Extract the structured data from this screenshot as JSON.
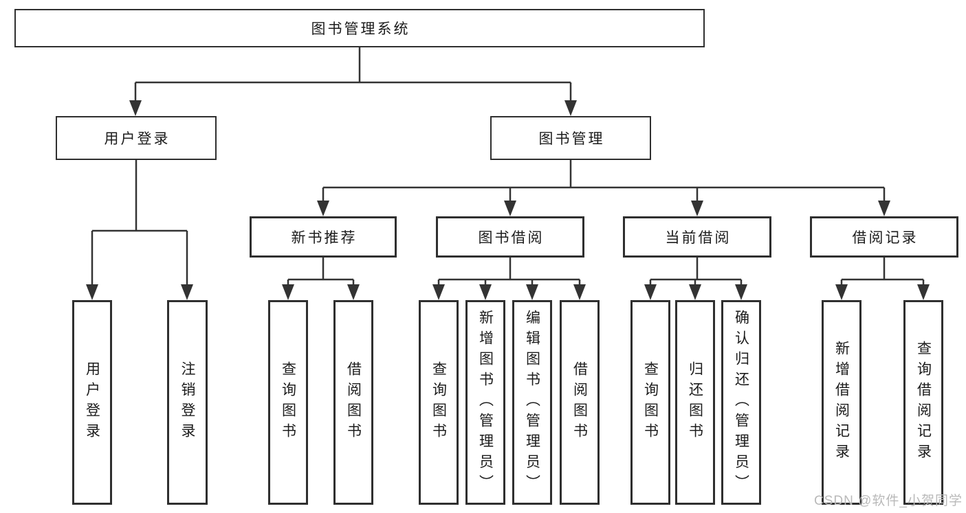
{
  "diagram": {
    "type": "hierarchy-tree",
    "tree": {
      "root": {
        "label": "图书管理系统"
      },
      "branches": [
        {
          "label": "用户登录",
          "children": [
            {
              "label": "用户登录"
            },
            {
              "label": "注销登录"
            }
          ]
        },
        {
          "label": "图书管理",
          "children": [
            {
              "label": "新书推荐",
              "children": [
                {
                  "label": "查询图书"
                },
                {
                  "label": "借阅图书"
                }
              ]
            },
            {
              "label": "图书借阅",
              "children": [
                {
                  "label": "查询图书"
                },
                {
                  "label": "新增图书（管理员）"
                },
                {
                  "label": "编辑图书（管理员）"
                },
                {
                  "label": "借阅图书"
                }
              ]
            },
            {
              "label": "当前借阅",
              "children": [
                {
                  "label": "查询图书"
                },
                {
                  "label": "归还图书"
                },
                {
                  "label": "确认归还（管理员）"
                }
              ]
            },
            {
              "label": "借阅记录",
              "children": [
                {
                  "label": "新增借阅记录"
                },
                {
                  "label": "查询借阅记录"
                }
              ]
            }
          ]
        }
      ]
    },
    "colors": {
      "background": "#ffffff",
      "line": "#333333",
      "box_border": "#2f2f2f",
      "text": "#1c1c1c",
      "watermark": "#b9b9b9"
    }
  },
  "watermark": "CSDN @软件_小贺同学"
}
